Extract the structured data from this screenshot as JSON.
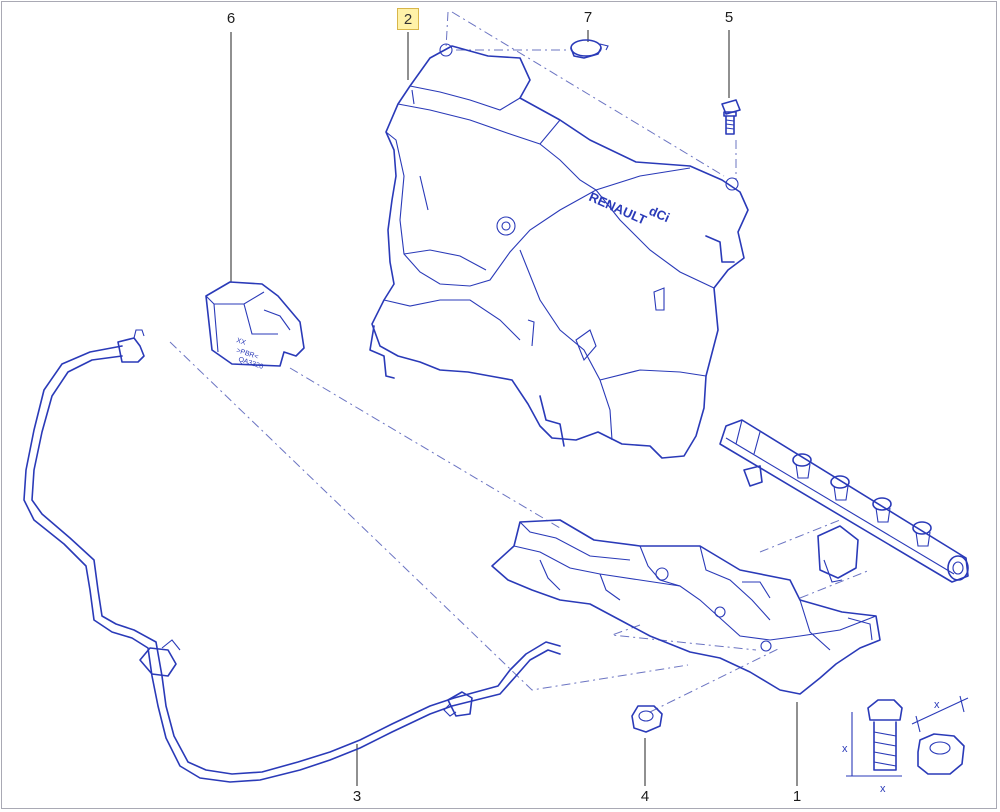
{
  "callouts": [
    {
      "num": "6",
      "highlighted": false
    },
    {
      "num": "2",
      "highlighted": true
    },
    {
      "num": "7",
      "highlighted": false
    },
    {
      "num": "5",
      "highlighted": false
    },
    {
      "num": "3",
      "highlighted": false
    },
    {
      "num": "4",
      "highlighted": false
    },
    {
      "num": "1",
      "highlighted": false
    }
  ],
  "cover": {
    "brand_text": "RENAULT",
    "badge_text": "dCi"
  },
  "sensor_block": {
    "mark_1": "XX",
    "mark_2": ">PBR<",
    "mark_3": "QA3320"
  },
  "dimension_key": {
    "bolt_label": "x",
    "nut_label": "x"
  },
  "colors": {
    "line": "#2a3ab8",
    "highlight": "#fff2a8",
    "frame": "#a9a9b4"
  }
}
